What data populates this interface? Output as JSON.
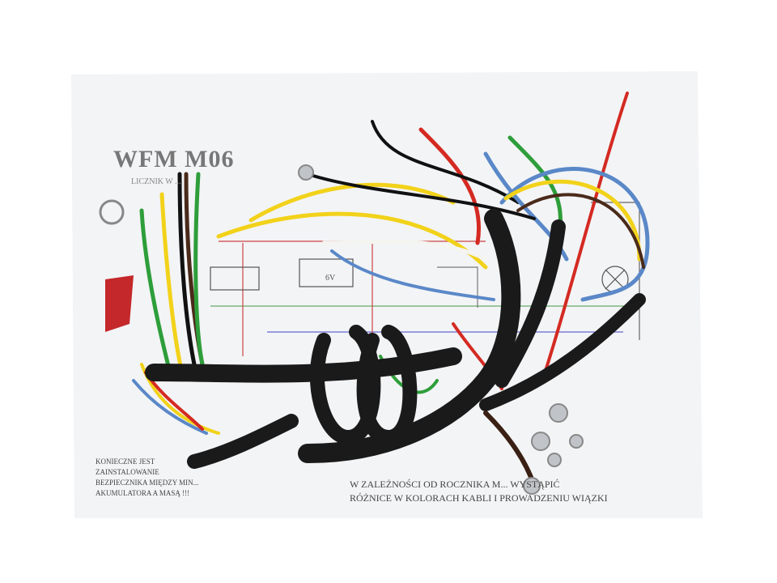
{
  "sheet": {
    "title": "WFM M06",
    "subtitle": "LICZNIK W ...",
    "battery_label": "6V",
    "warning_lines": [
      "KONIECZNE JEST",
      "ZAINSTALOWANIE",
      "BEZPIECZNIKA MIĘDZY MIN...",
      "AKUMULATORA A MASĄ !!!"
    ],
    "note_lines": [
      "W ZALEŻNOŚCI OD ROCZNIKA M... WYSTĄPIĆ",
      "RÓŻNICE W KOLORACH KABLI I PROWADZENIU WIĄZKI"
    ]
  },
  "colors": {
    "background": "#ffffff",
    "sheet": "#f3f4f6",
    "sleeve": "#1a1a1a",
    "wire_red": "#d42a22",
    "wire_yellow": "#f2d21a",
    "wire_green": "#2e9e3a",
    "wire_blue": "#5a88c8",
    "wire_brown": "#4a2a1a",
    "wire_black": "#111111",
    "wire_white": "#f4f4f0",
    "terminal_brass": "#c9a441"
  }
}
